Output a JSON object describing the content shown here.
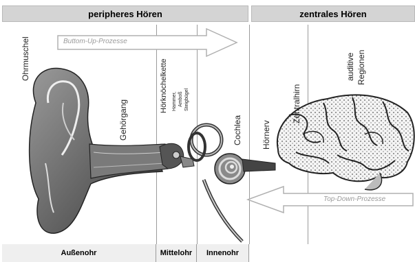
{
  "headers": {
    "peripheral": "peripheres Hören",
    "central": "zentrales Hören"
  },
  "footers": {
    "outer": "Außenohr",
    "middle": "Mittelohr",
    "inner": "Innenohr"
  },
  "labels": {
    "ohrmuschel": "Ohrmuschel",
    "gehoergang": "Gehörgang",
    "hoerknoechelkette": "Hörknöchelkette",
    "hammer": "Hammer,",
    "amboss": "Amboß",
    "steigbuegel": "Steigbügel",
    "cochlea": "Cochlea",
    "hoernerv": "Hörnerv",
    "zentralhirn": "Zentralhirn",
    "auditive_regionen_1": "auditive",
    "auditive_regionen_2": "Regionen"
  },
  "arrows": {
    "bottom_up": "Buttom-Up-Prozesse",
    "top_down": "Top-Down-Prozesse"
  },
  "colors": {
    "header_bg": "#d4d4d4",
    "arrow_gray": "#b0b0b0",
    "line_gray": "#9a9a9a"
  }
}
